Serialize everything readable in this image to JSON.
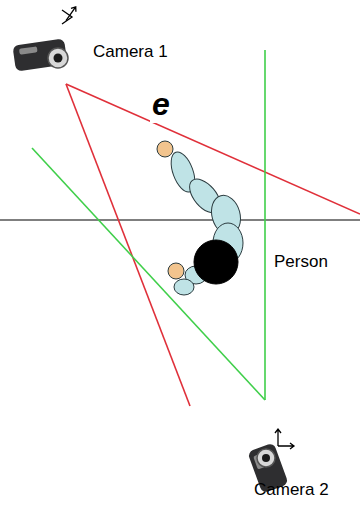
{
  "diagram": {
    "labels": [
      "Camera 1",
      "e",
      "Person",
      "Camera 2"
    ]
  }
}
